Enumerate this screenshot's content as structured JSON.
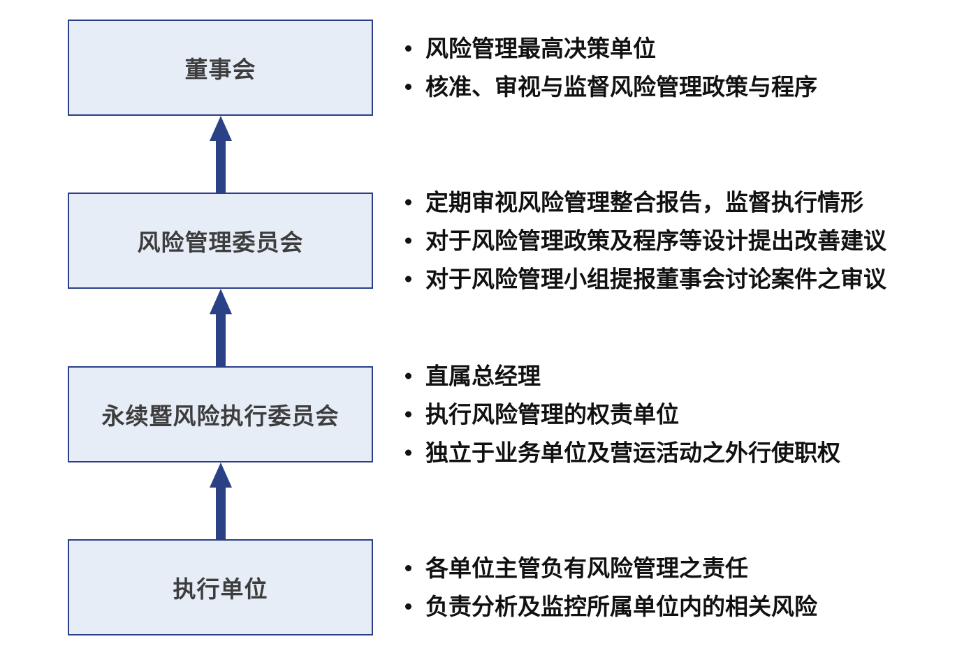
{
  "diagram": {
    "type": "org-hierarchy-flow",
    "direction": "bottom-up",
    "colors": {
      "background": "#ffffff",
      "box_fill": "#e6edf7",
      "box_border": "#2b3e87",
      "arrow": "#2a4186",
      "title_text": "#3d3d3d",
      "bullet_text": "#111111"
    },
    "levels": [
      {
        "title": "董事会",
        "bullets": [
          "风险管理最高决策单位",
          "核准、审视与监督风险管理政策与程序"
        ]
      },
      {
        "title": "风险管理委员会",
        "bullets": [
          "定期审视风险管理整合报告，监督执行情形",
          "对于风险管理政策及程序等设计提出改善建议",
          "对于风险管理小组提报董事会讨论案件之审议"
        ]
      },
      {
        "title": "永续暨风险执行委员会",
        "bullets": [
          "直属总经理",
          "执行风险管理的权责单位",
          "独立于业务单位及营运活动之外行使职权"
        ]
      },
      {
        "title": "执行单位",
        "bullets": [
          "各单位主管负有风险管理之责任",
          "负责分析及监控所属单位内的相关风险"
        ]
      }
    ],
    "arrows": [
      {
        "from": "风险管理委员会",
        "to": "董事会"
      },
      {
        "from": "永续暨风险执行委员会",
        "to": "风险管理委员会"
      },
      {
        "from": "执行单位",
        "to": "永续暨风险执行委员会"
      }
    ]
  }
}
